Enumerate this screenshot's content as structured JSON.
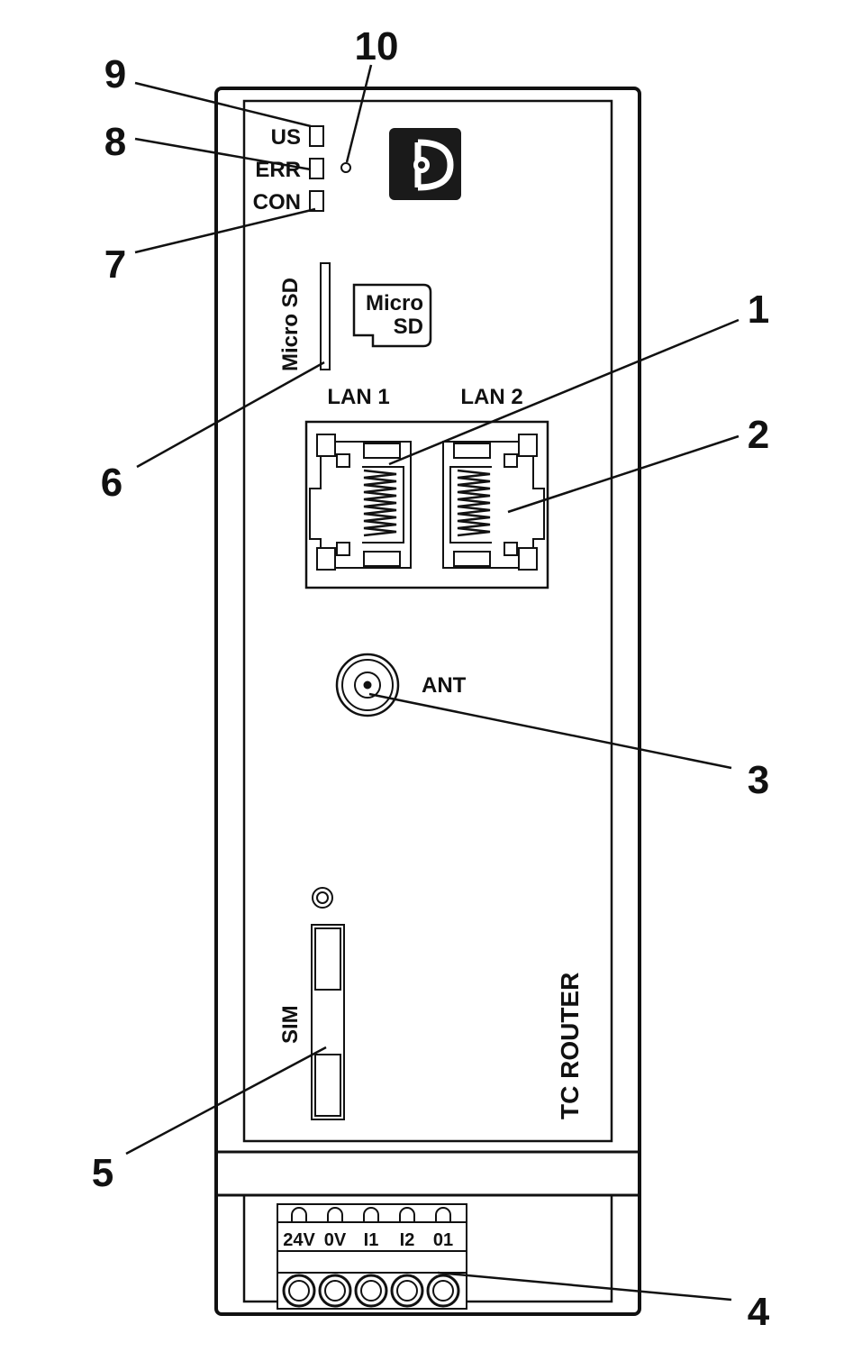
{
  "device": {
    "name": "TC ROUTER",
    "leds": [
      {
        "label": "US"
      },
      {
        "label": "ERR"
      },
      {
        "label": "CON"
      }
    ],
    "microsd_slot_label": "Micro SD",
    "microsd_icon_line1": "Micro",
    "microsd_icon_line2": "SD",
    "lan_ports": [
      {
        "label": "LAN 1"
      },
      {
        "label": "LAN 2"
      }
    ],
    "antenna_label": "ANT",
    "sim_label": "SIM",
    "terminals": [
      "24V",
      "0V",
      "I1",
      "I2",
      "01"
    ]
  },
  "callouts": {
    "c1": "1",
    "c2": "2",
    "c3": "3",
    "c4": "4",
    "c5": "5",
    "c6": "6",
    "c7": "7",
    "c8": "8",
    "c9": "9",
    "c10": "10"
  }
}
